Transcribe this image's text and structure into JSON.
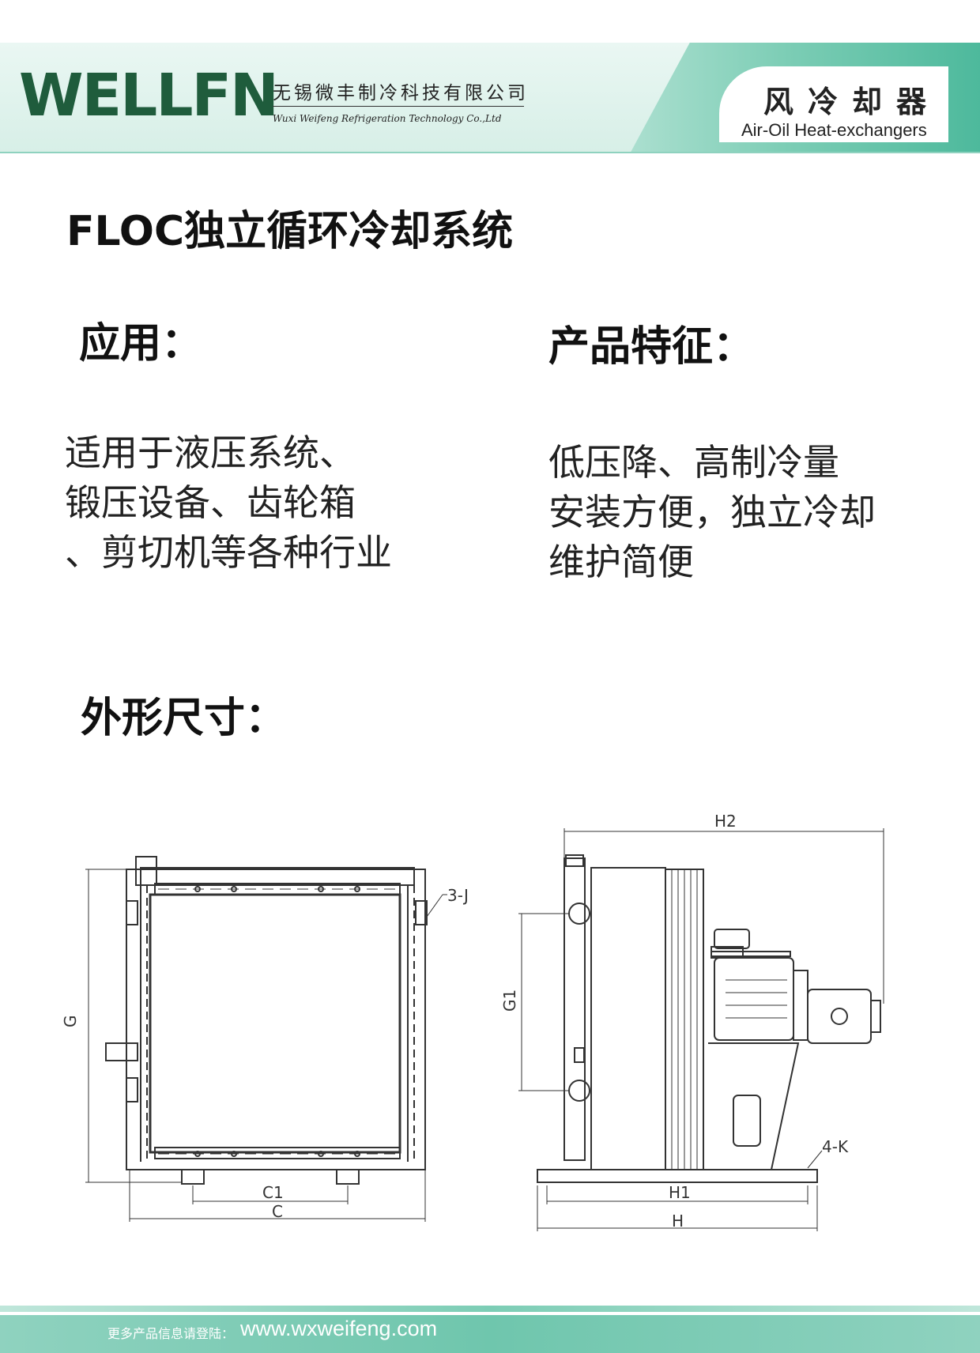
{
  "header": {
    "logo": "WELLFN",
    "company_cn": "无锡微丰制冷科技有限公司",
    "company_en": "Wuxi Weifeng Refrigeration Technology Co.,Ltd",
    "product_cn": "风冷却器",
    "product_en": "Air-Oil Heat-exchangers"
  },
  "title": "FLOC独立循环冷却系统",
  "application": {
    "heading": "应用：",
    "lines": [
      "适用于液压系统、",
      "锻压设备、齿轮箱",
      "、剪切机等各种行业"
    ]
  },
  "features": {
    "heading": "产品特征：",
    "lines": [
      "低压降、高制冷量",
      "安装方便，独立冷却",
      "维护简便"
    ]
  },
  "dimensions": {
    "heading": "外形尺寸：",
    "labels": {
      "G": "G",
      "C": "C",
      "C1": "C1",
      "J": "3-J",
      "H": "H",
      "H1": "H1",
      "H2": "H2",
      "G1": "G1",
      "K": "4-K"
    }
  },
  "footer": {
    "label": "更多产品信息请登陆：",
    "url": "www.wxweifeng.com"
  },
  "colors": {
    "brand_green": "#1f5c3c",
    "teal": "#6fc6ad"
  }
}
